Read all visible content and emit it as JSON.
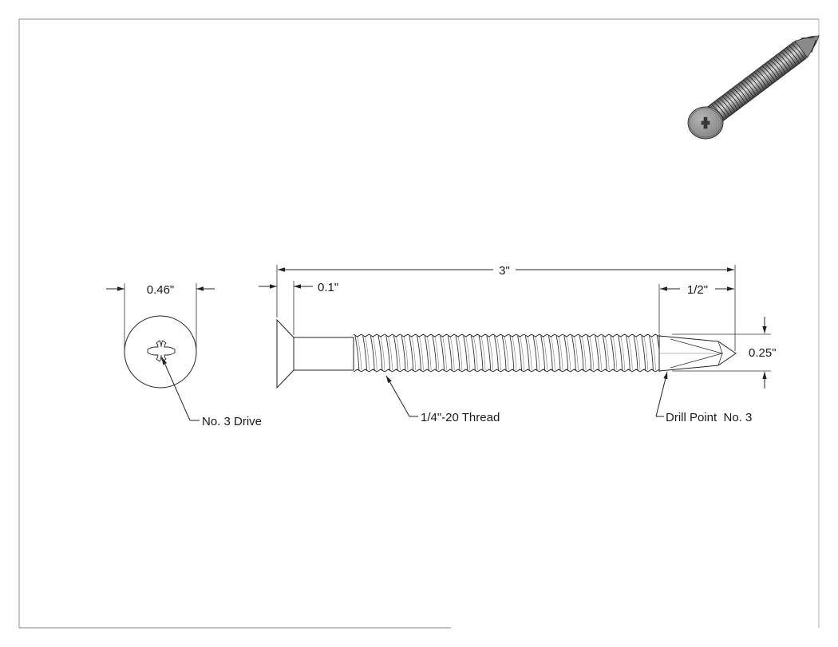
{
  "dimensions": {
    "head_diameter": "0.46\"",
    "head_height": "0.1\"",
    "overall_length": "3\"",
    "drill_point_length": "1/2\"",
    "thread_diameter": "0.25\""
  },
  "callouts": {
    "drive": "No. 3 Drive",
    "thread": "1/4\"-20 Thread",
    "drill_point": "Drill Point  No. 3"
  }
}
